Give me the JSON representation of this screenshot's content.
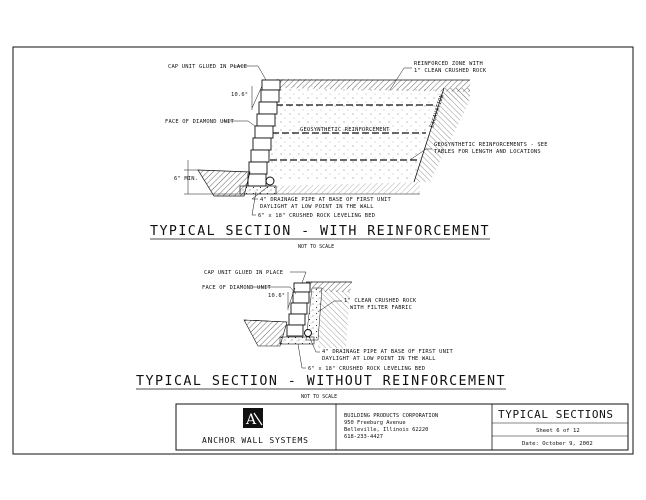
{
  "section1": {
    "labels": {
      "cap_unit": "CAP UNIT GLUED IN PLACE",
      "batter": "10.6°",
      "face_unit": "FACE OF DIAMOND UNIT",
      "reinforced_zone_1": "REINFORCED ZONE WITH",
      "reinforced_zone_2": "1\" CLEAN CRUSHED ROCK",
      "excavation": "EXCAVATION",
      "geosynthetic": "GEOSYNTHETIC REINFORCEMENT",
      "geo_see_1": "GEOSYNTHETIC REINFORCEMENTS - SEE",
      "geo_see_2": "TABLES FOR LENGTH AND LOCATIONS",
      "min_depth": "6\" MIN.",
      "drain_1": "4\" DRAINAGE PIPE AT BASE OF FIRST UNIT",
      "drain_2": "DAYLIGHT AT LOW POINT IN THE WALL",
      "leveling": "6\" x 18\" CRUSHED ROCK LEVELING BED"
    },
    "title": "TYPICAL SECTION - WITH REINFORCEMENT",
    "scale": "NOT TO SCALE"
  },
  "section2": {
    "labels": {
      "cap_unit": "CAP UNIT GLUED IN PLACE",
      "face_unit": "FACE OF DIAMOND UNIT",
      "batter": "10.6°",
      "crushed_1": "1\" CLEAN CRUSHED ROCK",
      "crushed_2": "WITH FILTER FABRIC",
      "drain_1": "4\" DRAINAGE PIPE AT BASE OF FIRST UNIT",
      "drain_2": "DAYLIGHT AT LOW POINT IN THE WALL",
      "leveling": "6\" x 18\" CRUSHED ROCK LEVELING BED"
    },
    "title": "TYPICAL SECTION - WITHOUT REINFORCEMENT",
    "scale": "NOT TO SCALE"
  },
  "title_block": {
    "company": "ANCHOR WALL SYSTEMS",
    "corp": "BUILDING PRODUCTS CORPORATION",
    "street": "950 Freeburg Avenue",
    "city": "Belleville, Illinois 62220",
    "phone": "618-233-4427",
    "sheet_title": "TYPICAL SECTIONS",
    "sheet_no": "Sheet 6 of 12",
    "date": "Date:  October 9, 2002"
  }
}
